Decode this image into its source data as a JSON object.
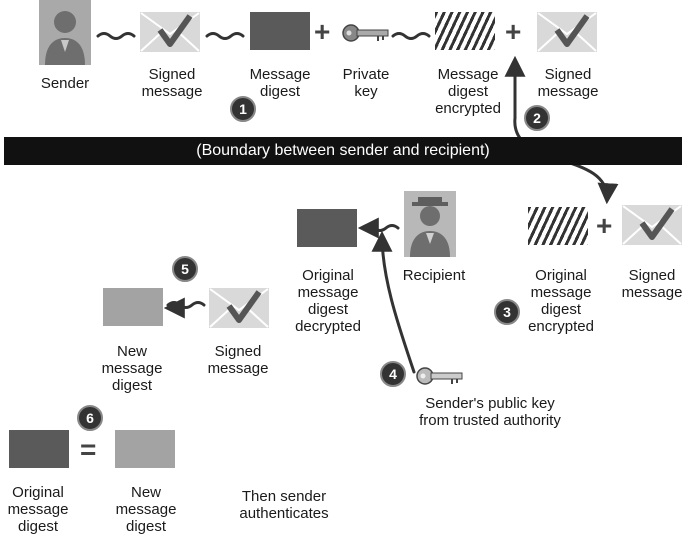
{
  "top_row": {
    "sender": "Sender",
    "signed_message": "Signed\nmessage",
    "message_digest": "Message\ndigest",
    "private_key": "Private\nkey",
    "digest_encrypted": "Message\ndigest\nencrypted",
    "signed_message_2": "Signed\nmessage"
  },
  "boundary": "(Boundary between sender and recipient)",
  "recipient_side": {
    "original_digest_decrypted": "Original\nmessage\ndigest\ndecrypted",
    "recipient": "Recipient",
    "original_digest_encrypted": "Original\nmessage\ndigest\nencrypted",
    "signed_message": "Signed\nmessage",
    "public_key": "Sender's public key\nfrom trusted authority"
  },
  "new_digest_row": {
    "new_message_digest": "New\nmessage\ndigest",
    "signed_message": "Signed\nmessage"
  },
  "compare_row": {
    "original_digest": "Original\nmessage\ndigest",
    "new_digest": "New\nmessage\ndigest",
    "result": "Then sender\nauthenticates",
    "equals": "="
  },
  "operators": {
    "plus": "+"
  },
  "steps": [
    "1",
    "2",
    "3",
    "4",
    "5",
    "6"
  ],
  "icons": [
    "person-icon",
    "envelope-check-icon",
    "key-icon"
  ],
  "colors": {
    "dark_square": "#5a5a5a",
    "light_square": "#a3a3a3",
    "boundary": "#111111",
    "badge": "#333333"
  }
}
